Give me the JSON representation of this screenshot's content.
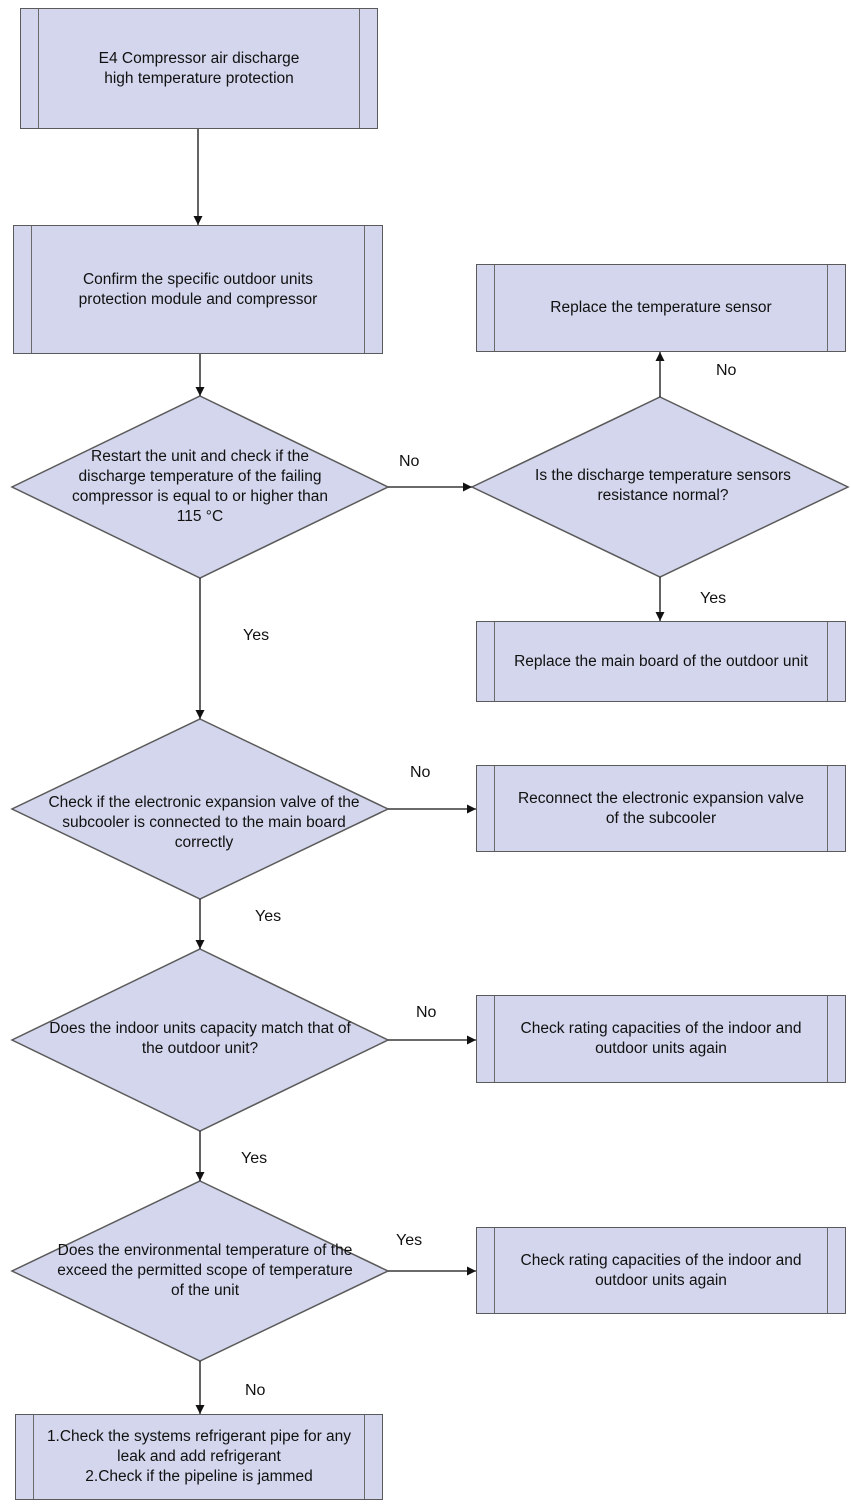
{
  "nodes": {
    "start": "E4 Compressor air discharge high temperature protection",
    "confirm": "Confirm the specific outdoor units protection module and compressor",
    "restart_check": "Restart the unit and check if the discharge temperature of the failing compressor is equal to or higher than 115 °C",
    "sensor_check": "Is the discharge temperature sensors resistance normal?",
    "replace_sensor": "Replace the temperature sensor",
    "replace_board": "Replace the main board of the outdoor unit",
    "eev_check": "Check if the electronic expansion valve of the subcooler is connected to the main board correctly",
    "reconnect_eev": "Reconnect the electronic expansion valve of the subcooler",
    "capacity_check": "Does the indoor units capacity match that of the outdoor unit?",
    "check_capacities_1": "Check rating capacities of the indoor and outdoor units again",
    "env_check": "Does the environmental temperature of the exceed the permitted scope of temperature of the unit",
    "check_capacities_2": "Check rating capacities of the indoor and outdoor units again",
    "final_line1": "1.Check the systems refrigerant pipe for any leak and add refrigerant",
    "final_line2": "2.Check if the pipeline is jammed"
  },
  "labels": {
    "restart_no": "No",
    "restart_yes": "Yes",
    "sensor_no": "No",
    "sensor_yes": "Yes",
    "eev_no": "No",
    "eev_yes": "Yes",
    "capacity_no": "No",
    "capacity_yes": "Yes",
    "env_yes": "Yes",
    "env_no": "No"
  }
}
